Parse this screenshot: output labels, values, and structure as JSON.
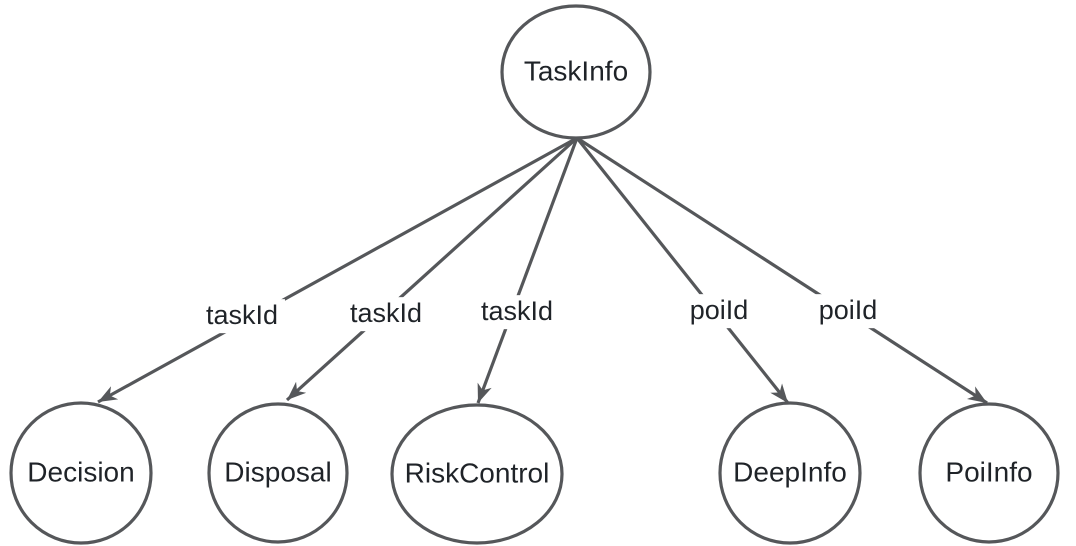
{
  "diagram": {
    "type": "graph",
    "root_label": "TaskInfo",
    "children": [
      {
        "node_label": "Decision",
        "edge_label": "taskId"
      },
      {
        "node_label": "Disposal",
        "edge_label": "taskId"
      },
      {
        "node_label": "RiskControl",
        "edge_label": "taskId"
      },
      {
        "node_label": "DeepInfo",
        "edge_label": "poiId"
      },
      {
        "node_label": "PoiInfo",
        "edge_label": "poiId"
      }
    ],
    "colors": {
      "stroke": "#55575a",
      "text": "#1f2328",
      "background": "#ffffff"
    }
  }
}
